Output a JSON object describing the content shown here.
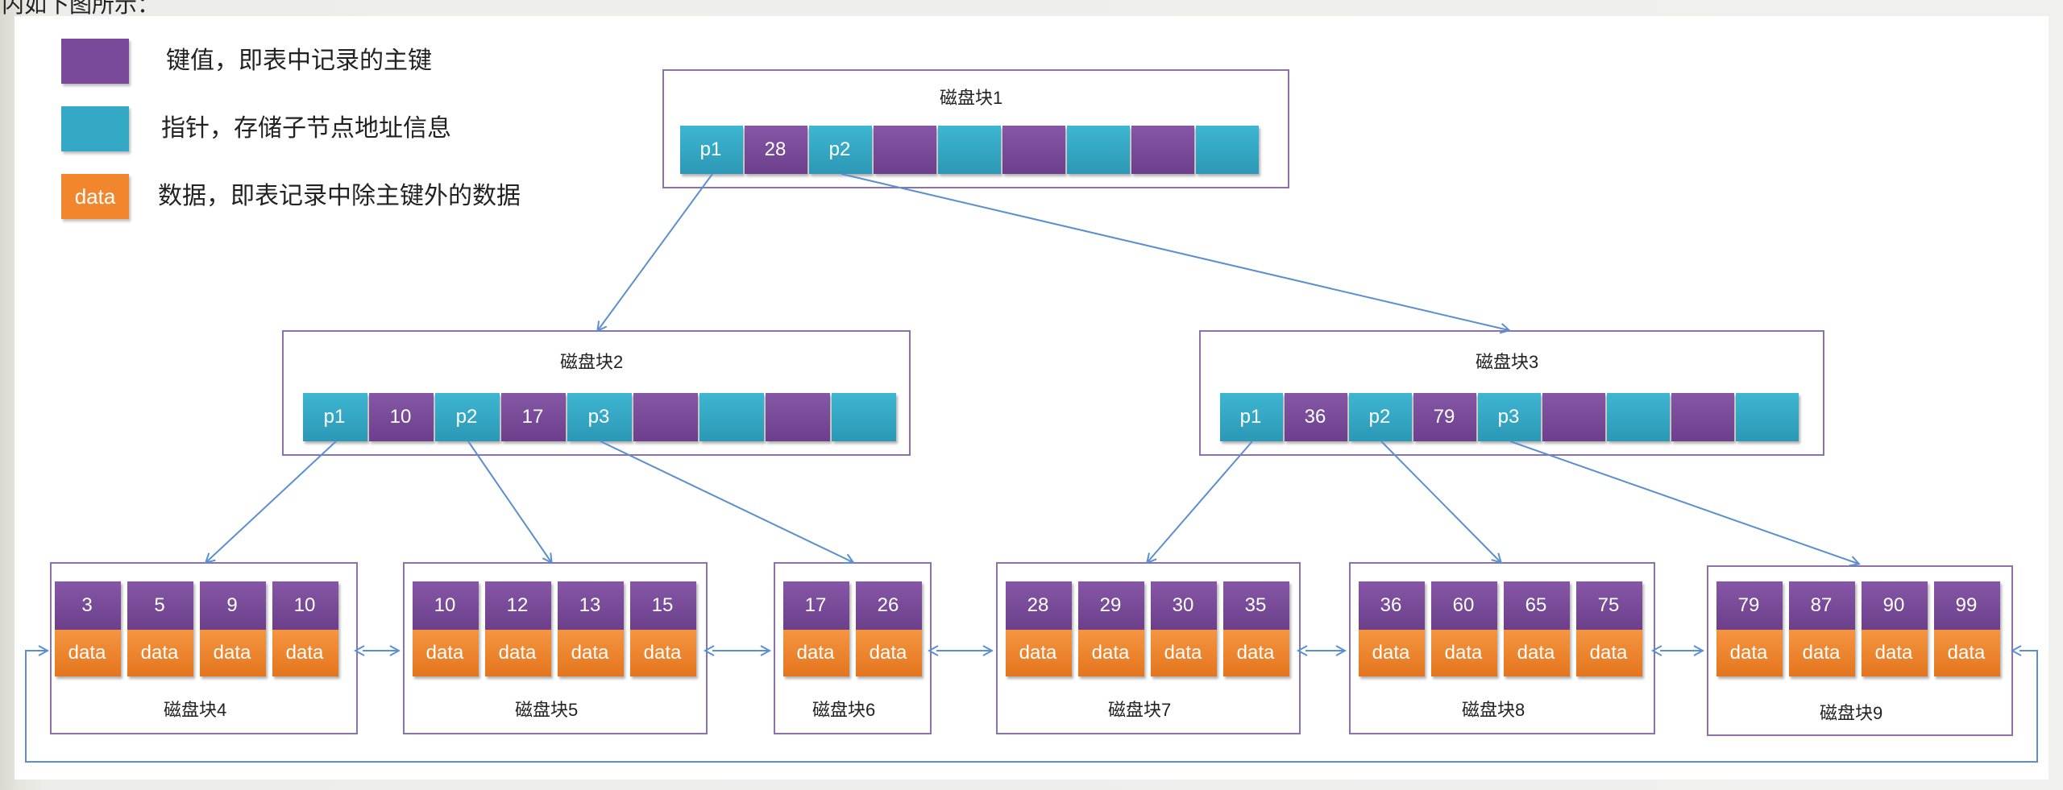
{
  "header": {
    "text": "内如下图所示："
  },
  "legend": [
    {
      "color": "purple",
      "swatch_label": "",
      "text": "键值，即表中记录的主键"
    },
    {
      "color": "teal",
      "swatch_label": "",
      "text": "指针，存储子节点地址信息"
    },
    {
      "color": "orange",
      "swatch_label": "data",
      "text": "数据，即表记录中除主键外的数据"
    }
  ],
  "colors": {
    "key": "#7a4a9a",
    "pointer": "#34a9c6",
    "data": "#f1862d",
    "border": "#8b72a7",
    "arrow": "#5b8fd0"
  },
  "root": {
    "title": "磁盘块1",
    "cells": [
      {
        "t": "teal",
        "v": "p1"
      },
      {
        "t": "purple",
        "v": "28"
      },
      {
        "t": "teal",
        "v": "p2"
      },
      {
        "t": "purple",
        "v": ""
      },
      {
        "t": "teal",
        "v": ""
      },
      {
        "t": "purple",
        "v": ""
      },
      {
        "t": "teal",
        "v": ""
      },
      {
        "t": "purple",
        "v": ""
      },
      {
        "t": "teal",
        "v": ""
      }
    ]
  },
  "internal": [
    {
      "title": "磁盘块2",
      "cells": [
        {
          "t": "teal",
          "v": "p1"
        },
        {
          "t": "purple",
          "v": "10"
        },
        {
          "t": "teal",
          "v": "p2"
        },
        {
          "t": "purple",
          "v": "17"
        },
        {
          "t": "teal",
          "v": "p3"
        },
        {
          "t": "purple",
          "v": ""
        },
        {
          "t": "teal",
          "v": ""
        },
        {
          "t": "purple",
          "v": ""
        },
        {
          "t": "teal",
          "v": ""
        }
      ]
    },
    {
      "title": "磁盘块3",
      "cells": [
        {
          "t": "teal",
          "v": "p1"
        },
        {
          "t": "purple",
          "v": "36"
        },
        {
          "t": "teal",
          "v": "p2"
        },
        {
          "t": "purple",
          "v": "79"
        },
        {
          "t": "teal",
          "v": "p3"
        },
        {
          "t": "purple",
          "v": ""
        },
        {
          "t": "teal",
          "v": ""
        },
        {
          "t": "purple",
          "v": ""
        },
        {
          "t": "teal",
          "v": ""
        }
      ]
    }
  ],
  "leaves": [
    {
      "title": "磁盘块4",
      "keys": [
        "3",
        "5",
        "9",
        "10"
      ],
      "data_label": "data"
    },
    {
      "title": "磁盘块5",
      "keys": [
        "10",
        "12",
        "13",
        "15"
      ],
      "data_label": "data"
    },
    {
      "title": "磁盘块6",
      "keys": [
        "17",
        "26"
      ],
      "data_label": "data"
    },
    {
      "title": "磁盘块7",
      "keys": [
        "28",
        "29",
        "30",
        "35"
      ],
      "data_label": "data"
    },
    {
      "title": "磁盘块8",
      "keys": [
        "36",
        "60",
        "65",
        "75"
      ],
      "data_label": "data"
    },
    {
      "title": "磁盘块9",
      "keys": [
        "79",
        "87",
        "90",
        "99"
      ],
      "data_label": "data"
    }
  ]
}
